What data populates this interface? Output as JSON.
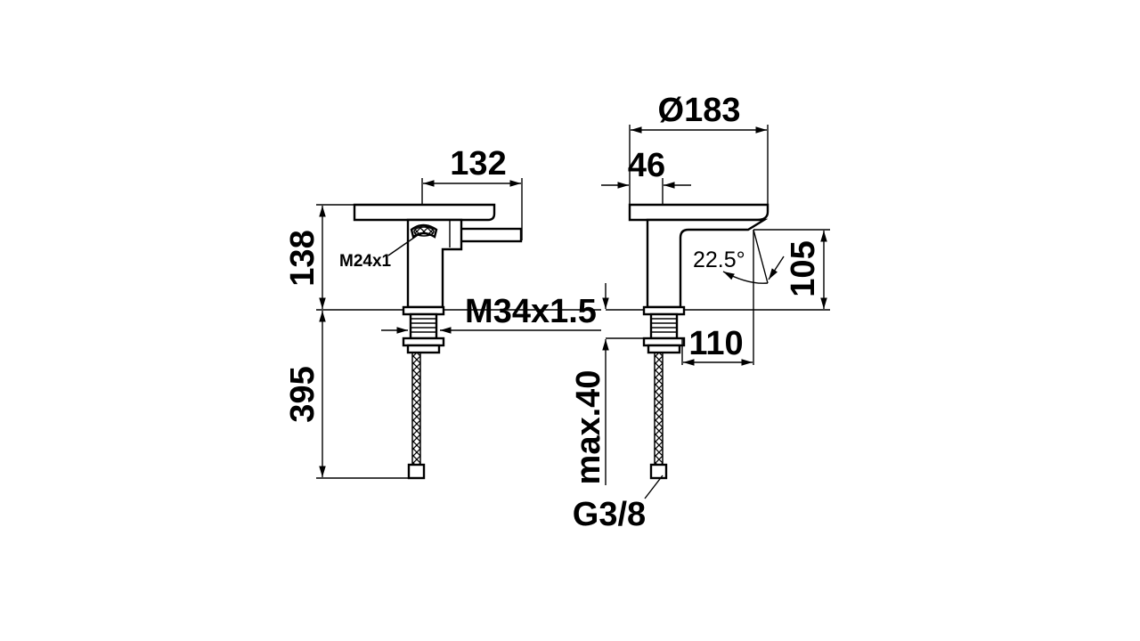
{
  "drawing": {
    "side_view": {
      "width_dim": "132",
      "height_dim": "138",
      "hose_dim": "395",
      "aerator_thread": "M24x1"
    },
    "front_view": {
      "diameter_dim": "Ø183",
      "offset_dim": "46",
      "height_dim": "105",
      "angle": "22.5°",
      "reach_dim": "110",
      "thickness_dim": "max.40",
      "connection": "G3/8"
    },
    "shank_thread": "M34x1.5"
  }
}
